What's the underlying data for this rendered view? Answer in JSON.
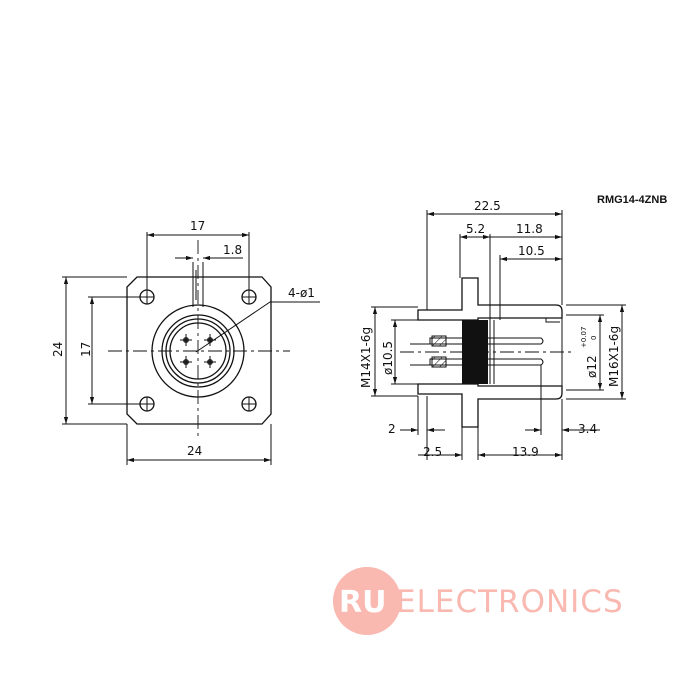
{
  "title": "RMG14-4ZNB",
  "front_view": {
    "dim_hole_spacing_h": "17",
    "dim_key_width": "1.8",
    "dim_holes": "4-ø1",
    "dim_height": "24",
    "dim_hole_spacing_v": "17",
    "dim_width": "24"
  },
  "side_view": {
    "dim_total_length": "22.5",
    "dim_flange_to_front": "5.2",
    "dim_rear": "11.8",
    "dim_inner_depth": "10.5",
    "dim_thread_left": "M14X1-6g",
    "dim_bore_left": "ø10.5",
    "dim_bore_right": "ø12",
    "dim_bore_right_tol_upper": "+0.07",
    "dim_bore_right_tol_lower": "0",
    "dim_thread_right": "M16X1-6g",
    "dim_2": "2",
    "dim_2_5": "2.5",
    "dim_13_9": "13.9",
    "dim_3_4": "3.4"
  },
  "watermark": {
    "badge": "RU",
    "text": "ELECTRONICS",
    "color": "#f9b8b0"
  }
}
